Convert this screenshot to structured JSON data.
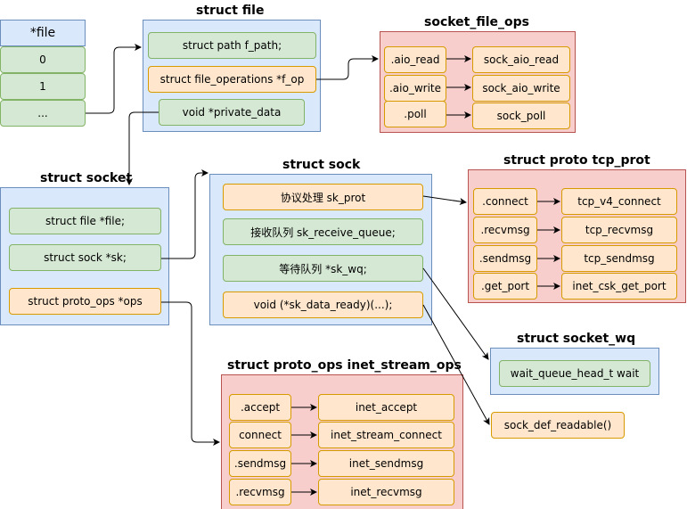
{
  "file_array": {
    "title": "*file",
    "items": [
      "0",
      "1",
      "..."
    ]
  },
  "struct_file": {
    "title": "struct file",
    "f_path": "struct path f_path;",
    "f_op": "struct file_operations *f_op",
    "private_data": "void *private_data"
  },
  "socket_file_ops": {
    "title": "socket_file_ops",
    "rows": [
      {
        "op": ".aio_read",
        "fn": "sock_aio_read"
      },
      {
        "op": ".aio_write",
        "fn": "sock_aio_write"
      },
      {
        "op": ".poll",
        "fn": "sock_poll"
      }
    ]
  },
  "struct_socket": {
    "title": "struct socket",
    "file": "struct file *file;",
    "sk": "struct sock *sk;",
    "ops": "struct proto_ops *ops"
  },
  "struct_sock": {
    "title": "struct sock",
    "sk_prot": "协议处理 sk_prot",
    "sk_receive_queue": "接收队列 sk_receive_queue;",
    "sk_wq": "等待队列 *sk_wq;",
    "sk_data_ready": "void  (*sk_data_ready)(...);"
  },
  "tcp_prot": {
    "title": "struct proto tcp_prot",
    "rows": [
      {
        "op": ".connect",
        "fn": "tcp_v4_connect"
      },
      {
        "op": ".recvmsg",
        "fn": "tcp_recvmsg"
      },
      {
        "op": ".sendmsg",
        "fn": "tcp_sendmsg"
      },
      {
        "op": ".get_port",
        "fn": "inet_csk_get_port"
      }
    ]
  },
  "socket_wq": {
    "title": "struct socket_wq",
    "wait": "wait_queue_head_t wait"
  },
  "sock_def_readable": {
    "label": "sock_def_readable()"
  },
  "inet_stream_ops": {
    "title": "struct proto_ops inet_stream_ops",
    "rows": [
      {
        "op": ".accept",
        "fn": "inet_accept"
      },
      {
        "op": "connect",
        "fn": "inet_stream_connect"
      },
      {
        "op": ".sendmsg",
        "fn": "inet_sendmsg"
      },
      {
        "op": ".recvmsg",
        "fn": "inet_recvmsg"
      }
    ]
  }
}
